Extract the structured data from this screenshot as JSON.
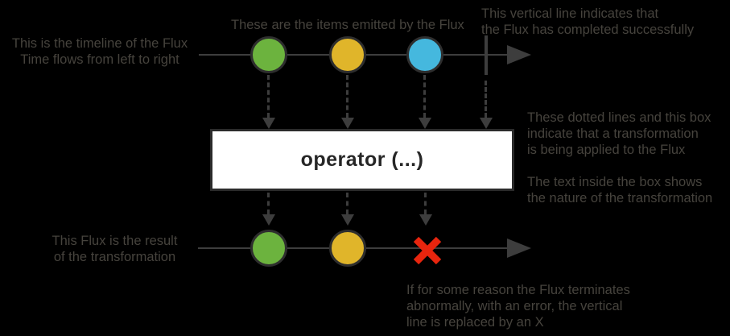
{
  "colors": {
    "green": "#6cb33e",
    "yellow": "#e0b52a",
    "blue": "#45b8de",
    "red": "#e8250e",
    "line": "#3d3d3d",
    "ring": "#2e2e2e",
    "text": "#46433d",
    "box_border": "#2b2b2b",
    "box_bg": "#ffffff"
  },
  "operator": {
    "label": "operator (...)"
  },
  "annotations": {
    "timeline": {
      "line1": "This is the timeline of the Flux",
      "line2": "Time flows from left to right"
    },
    "items": {
      "line1": "These are the items emitted by the Flux"
    },
    "complete": {
      "line1": "This vertical line indicates that",
      "line2": "the Flux has completed successfully"
    },
    "transform": {
      "line1": "These dotted lines and this box",
      "line2": "indicate that a transformation",
      "line3": "is being applied to the Flux"
    },
    "box_text": {
      "line1": "The text inside the box shows",
      "line2": "the nature of the transformation"
    },
    "result": {
      "line1": "This Flux is the result",
      "line2": "of the transformation"
    },
    "error": {
      "line1": "If for some reason the Flux terminates",
      "line2": "abnormally, with an error, the vertical",
      "line3": "line is replaced by an X"
    }
  },
  "marbles": {
    "source": [
      "green",
      "yellow",
      "blue"
    ],
    "result": [
      "green",
      "yellow"
    ]
  }
}
